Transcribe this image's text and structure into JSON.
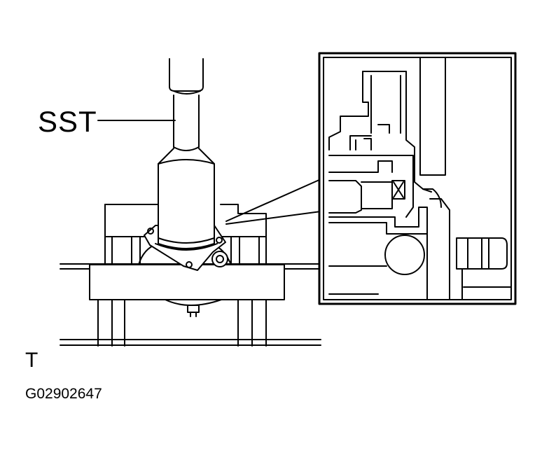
{
  "labels": {
    "tool": "SST",
    "orientation_mark": "T",
    "figure_code": "G02902647"
  },
  "colors": {
    "ink": "#000000",
    "paper": "#ffffff",
    "shade": "#d9d9d9"
  }
}
